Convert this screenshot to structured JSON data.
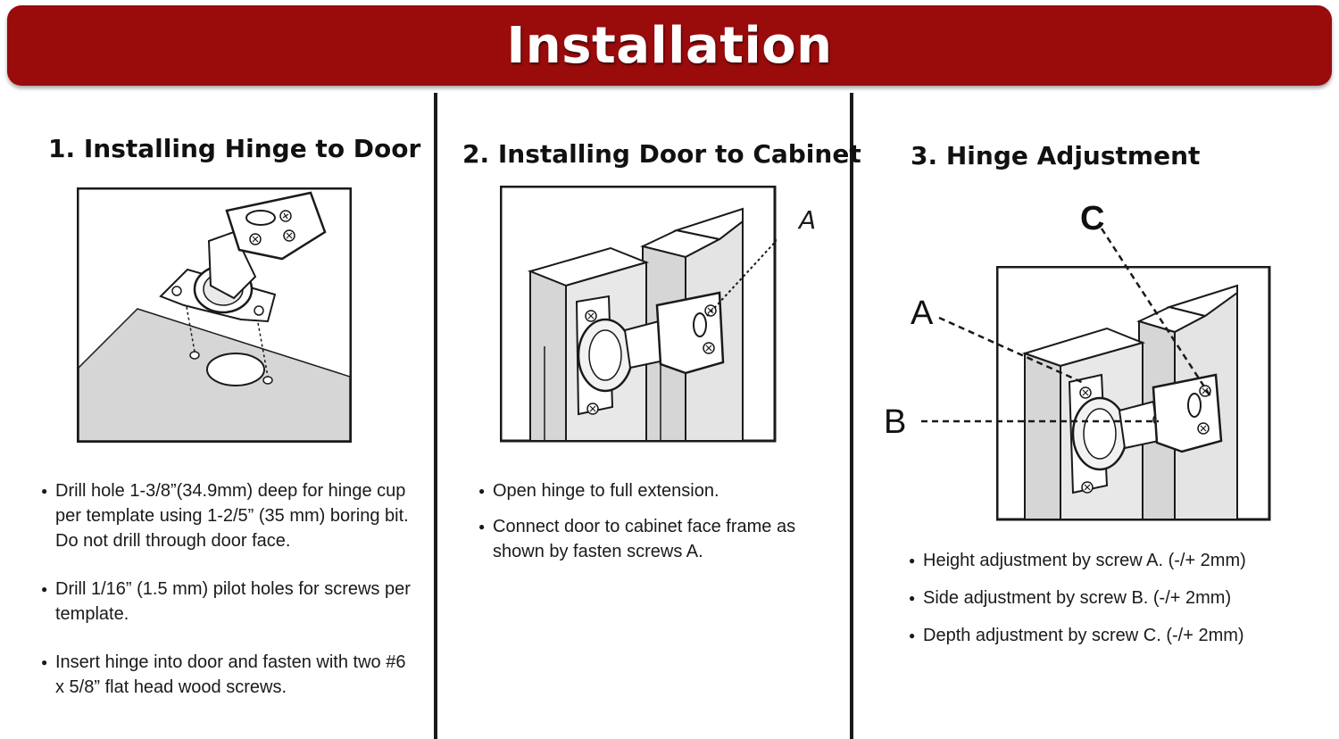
{
  "banner": {
    "title": "Installation"
  },
  "columns": [
    {
      "title": "1. Installing Hinge to Door",
      "bullets": [
        "Drill hole 1-3/8”(34.9mm) deep for hinge cup per template using 1-2/5” (35 mm) boring bit. Do not drill through door face.",
        "Drill 1/16” (1.5 mm) pilot holes for screws per template.",
        "Insert hinge into door and fasten with two #6 x 5/8” flat head wood screws."
      ]
    },
    {
      "title": "2. Installing Door to Cabinet",
      "label_a": "A",
      "bullets": [
        "Open hinge to full extension.",
        "Connect door to cabinet face frame as shown by  fasten screws A."
      ]
    },
    {
      "title": "3. Hinge Adjustment",
      "label_a": "A",
      "label_b": "B",
      "label_c": "C",
      "bullets": [
        "Height adjustment by screw A. (-/+ 2mm)",
        "Side adjustment by screw B. (-/+  2mm)",
        "Depth adjustment by screw C. (-/+ 2mm)"
      ]
    }
  ],
  "colors": {
    "banner": "#9a0b0b",
    "panel_gray": "#d6d6d6",
    "line": "#1a1a1a"
  }
}
